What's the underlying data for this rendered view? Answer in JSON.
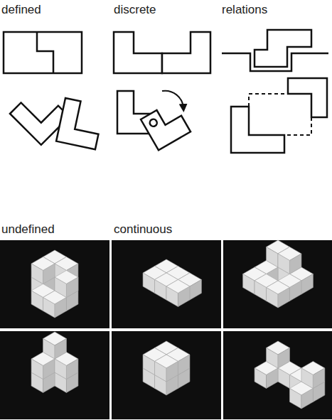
{
  "diagram": {
    "labels": [
      "defined",
      "discrete",
      "relations",
      "undefined",
      "continuous"
    ]
  }
}
